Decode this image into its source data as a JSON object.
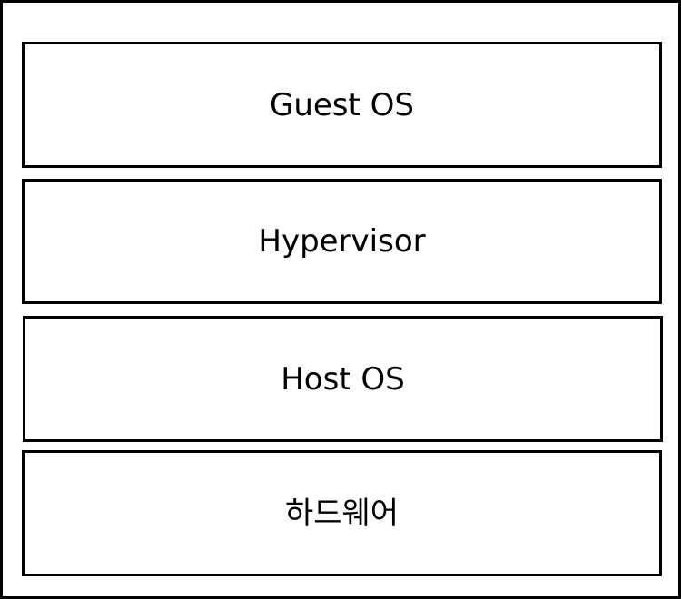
{
  "diagram": {
    "layers": [
      {
        "id": "guest-os",
        "label": "Guest OS"
      },
      {
        "id": "hypervisor",
        "label": "Hypervisor"
      },
      {
        "id": "host-os",
        "label": "Host OS"
      },
      {
        "id": "hardware",
        "label": "하드웨어"
      }
    ]
  },
  "colors": {
    "border": "#000000",
    "background": "#ffffff",
    "text": "#000000"
  }
}
